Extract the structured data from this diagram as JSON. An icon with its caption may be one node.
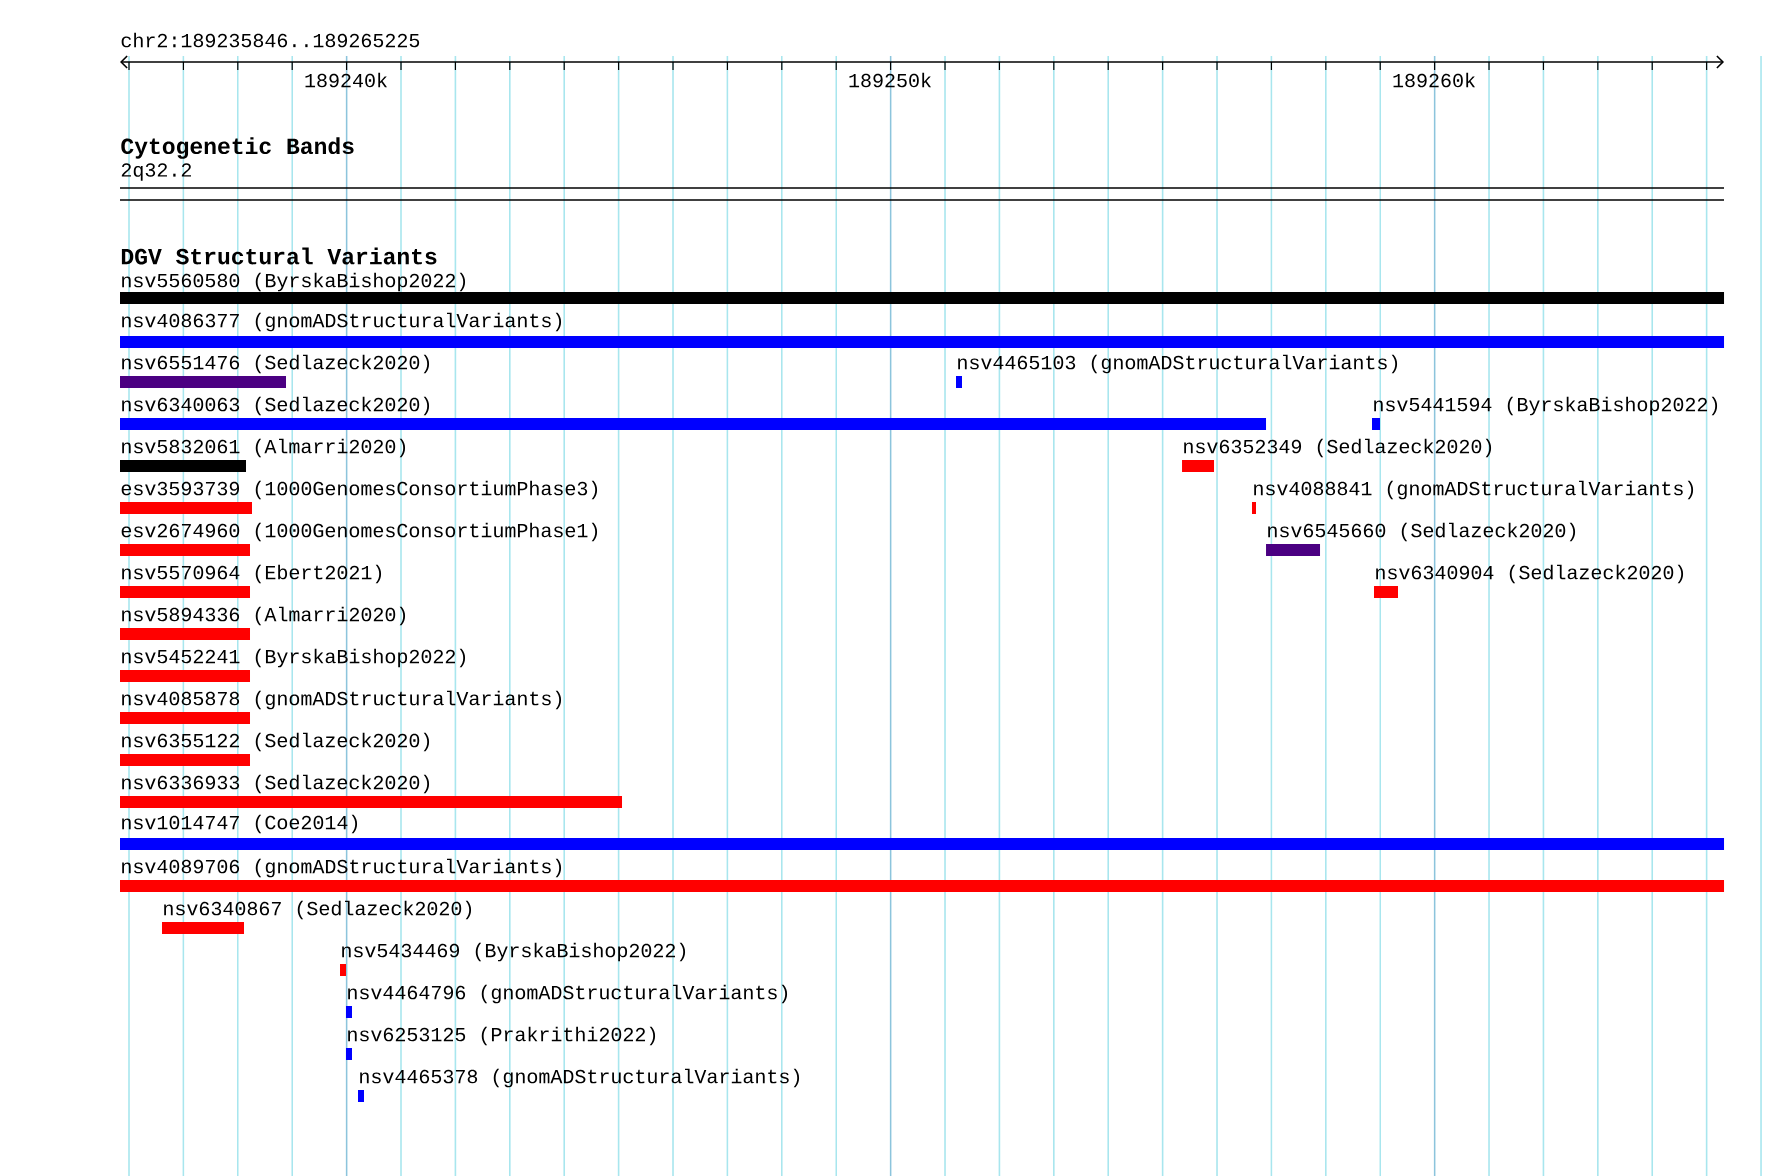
{
  "diagram": {
    "nodes": [
      {
        "text": [
          "nsv5560580 (ByrskaBishop2022)"
        ]
      },
      {
        "text": [
          "nsv4086377 (gnomADStructuralVariants)"
        ]
      },
      {
        "text": [
          "nsv6551476 (Sedlazeck2020)"
        ]
      },
      {
        "text": [
          "nsv4465103 (gnomADStructuralVariants)"
        ]
      },
      {
        "text": [
          "nsv6340063 (Sedlazeck2020)"
        ]
      },
      {
        "text": [
          "nsv5441594 (ByrskaBishop2022)"
        ]
      },
      {
        "text": [
          "nsv5832061 (Almarri2020)"
        ]
      },
      {
        "text": [
          "nsv6352349 (Sedlazeck2020)"
        ]
      },
      {
        "text": [
          "esv3593739 (1000GenomesConsortiumPhase3)"
        ]
      },
      {
        "text": [
          "nsv4088841 (gnomADStructuralVariants)"
        ]
      },
      {
        "text": [
          "esv2674960 (1000GenomesConsortiumPhase1)"
        ]
      },
      {
        "text": [
          "nsv6545660 (Sedlazeck2020)"
        ]
      },
      {
        "text": [
          "nsv5570964 (Ebert2021)"
        ]
      },
      {
        "text": [
          "nsv6340904 (Sedlazeck2020)"
        ]
      },
      {
        "text": [
          "nsv5894336 (Almarri2020)"
        ]
      },
      {
        "text": [
          "nsv5452241 (ByrskaBishop2022)"
        ]
      },
      {
        "text": [
          "nsv4085878 (gnomADStructuralVariants)"
        ]
      },
      {
        "text": [
          "nsv6355122 (Sedlazeck2020)"
        ]
      },
      {
        "text": [
          "nsv6336933 (Sedlazeck2020)"
        ]
      },
      {
        "text": [
          "nsv1014747 (Coe2014)"
        ]
      },
      {
        "text": [
          "nsv4089706 (gnomADStructuralVariants)"
        ]
      },
      {
        "text": [
          "nsv6340867 (Sedlazeck2020)"
        ]
      },
      {
        "text": [
          "nsv5434469 (ByrskaBishop2022)"
        ]
      },
      {
        "text": [
          "nsv4464796 (gnomADStructuralVariants)"
        ]
      },
      {
        "text": [
          "nsv6253125 (Prakrithi2022)"
        ]
      },
      {
        "text": [
          "nsv4465378 (gnomADStructuralVariants)"
        ]
      }
    ],
    "labels": [
      "chr2:189235846..189265225",
      "189240k",
      "189250k",
      "189260k",
      "Cytogenetic Bands",
      "2q32.2",
      "DGV Structural Variants"
    ]
  }
}
